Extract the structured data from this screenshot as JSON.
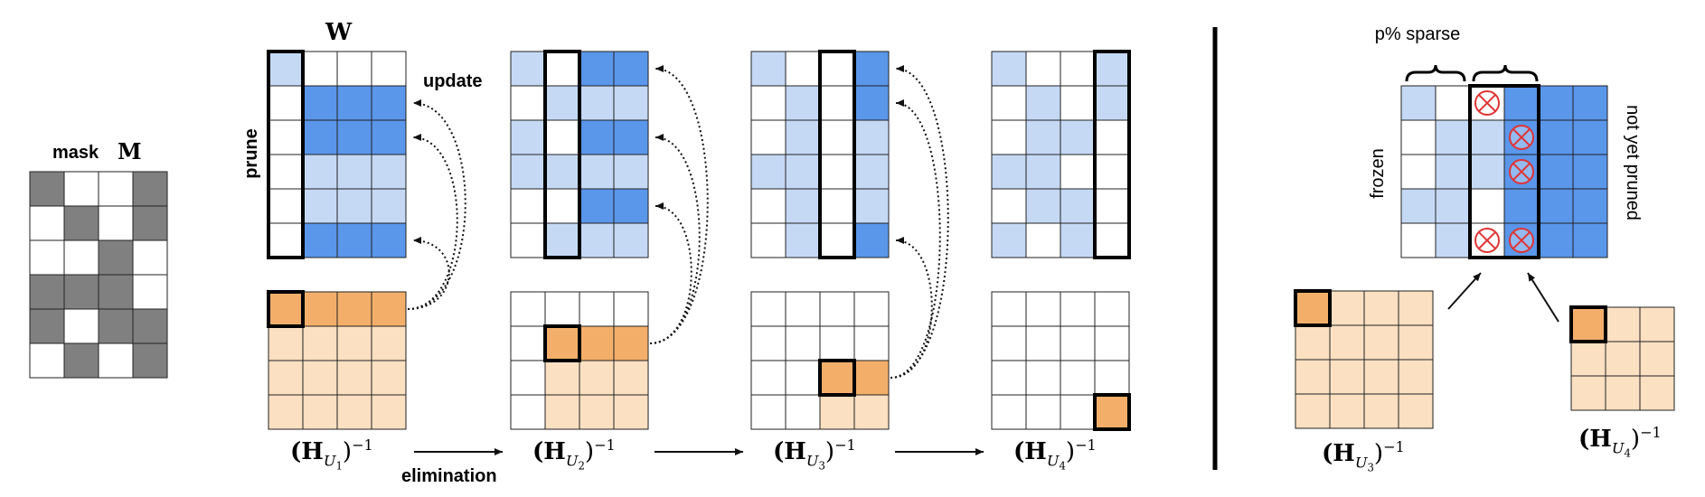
{
  "colors": {
    "mask_on": "#808080",
    "mask_off": "#ffffff",
    "w_light": "#c5d9f5",
    "w_dark": "#5a96ea",
    "h_light": "#fbe0c1",
    "h_dark": "#f3af6a",
    "cross": "#e03434",
    "stroke": "#222222"
  },
  "mask": {
    "label_word": "mask",
    "label_symbol": "M",
    "grid": [
      [
        1,
        0,
        0,
        1
      ],
      [
        0,
        1,
        0,
        1
      ],
      [
        0,
        0,
        1,
        0
      ],
      [
        1,
        1,
        1,
        0
      ],
      [
        1,
        0,
        1,
        1
      ],
      [
        0,
        1,
        0,
        1
      ]
    ]
  },
  "labels": {
    "w_symbol": "W",
    "prune": "prune",
    "update": "update",
    "elimination": "elimination",
    "sparse": "p% sparse",
    "frozen": "frozen",
    "not_yet_pruned": "not yet pruned"
  },
  "steps": [
    {
      "w": [
        [
          1,
          0,
          0,
          0
        ],
        [
          0,
          2,
          2,
          2
        ],
        [
          0,
          2,
          2,
          2
        ],
        [
          0,
          1,
          1,
          1
        ],
        [
          0,
          1,
          1,
          1
        ],
        [
          0,
          2,
          2,
          2
        ]
      ],
      "h": [
        [
          2,
          2,
          2,
          2
        ],
        [
          1,
          1,
          1,
          1
        ],
        [
          1,
          1,
          1,
          1
        ],
        [
          1,
          1,
          1,
          1
        ]
      ],
      "col": 0,
      "label_base": "(H",
      "label_sub": "U",
      "label_subsub": "1",
      "label_sup": "−1"
    },
    {
      "w": [
        [
          1,
          0,
          2,
          2
        ],
        [
          0,
          1,
          1,
          1
        ],
        [
          1,
          0,
          2,
          2
        ],
        [
          1,
          1,
          1,
          1
        ],
        [
          0,
          0,
          2,
          2
        ],
        [
          0,
          1,
          1,
          1
        ]
      ],
      "h": [
        [
          0,
          0,
          0,
          0
        ],
        [
          0,
          2,
          2,
          2
        ],
        [
          0,
          1,
          1,
          1
        ],
        [
          0,
          1,
          1,
          1
        ]
      ],
      "col": 1,
      "label_base": "(H",
      "label_sub": "U",
      "label_subsub": "2",
      "label_sup": "−1"
    },
    {
      "w": [
        [
          1,
          0,
          0,
          2
        ],
        [
          0,
          1,
          0,
          2
        ],
        [
          0,
          1,
          0,
          1
        ],
        [
          1,
          1,
          0,
          1
        ],
        [
          0,
          1,
          0,
          1
        ],
        [
          0,
          1,
          0,
          2
        ]
      ],
      "h": [
        [
          0,
          0,
          0,
          0
        ],
        [
          0,
          0,
          0,
          0
        ],
        [
          0,
          0,
          2,
          2
        ],
        [
          0,
          0,
          1,
          1
        ]
      ],
      "col": 2,
      "label_base": "(H",
      "label_sub": "U",
      "label_subsub": "3",
      "label_sup": "−1"
    },
    {
      "w": [
        [
          1,
          0,
          0,
          1
        ],
        [
          0,
          1,
          0,
          1
        ],
        [
          0,
          1,
          1,
          0
        ],
        [
          1,
          1,
          0,
          0
        ],
        [
          0,
          1,
          1,
          0
        ],
        [
          1,
          0,
          1,
          0
        ]
      ],
      "h": [
        [
          0,
          0,
          0,
          0
        ],
        [
          0,
          0,
          0,
          0
        ],
        [
          0,
          0,
          0,
          0
        ],
        [
          0,
          0,
          0,
          2
        ]
      ],
      "col": 3,
      "label_base": "(H",
      "label_sub": "U",
      "label_subsub": "4",
      "label_sup": "−1"
    }
  ],
  "right": {
    "w": [
      [
        1,
        0,
        0,
        2,
        2,
        2
      ],
      [
        0,
        1,
        1,
        2,
        2,
        2
      ],
      [
        0,
        1,
        1,
        2,
        2,
        2
      ],
      [
        1,
        1,
        0,
        2,
        2,
        2
      ],
      [
        0,
        1,
        0,
        2,
        2,
        2
      ]
    ],
    "crosses": [
      [
        0,
        2
      ],
      [
        1,
        3
      ],
      [
        2,
        3
      ],
      [
        4,
        2
      ],
      [
        4,
        3
      ]
    ],
    "h3_label_base": "(H",
    "h3_label_sub": "U",
    "h3_label_subsub": "3",
    "h3_label_sup": "−1",
    "h4_label_base": "(H",
    "h4_label_sub": "U",
    "h4_label_subsub": "4",
    "h4_label_sup": "−1"
  }
}
